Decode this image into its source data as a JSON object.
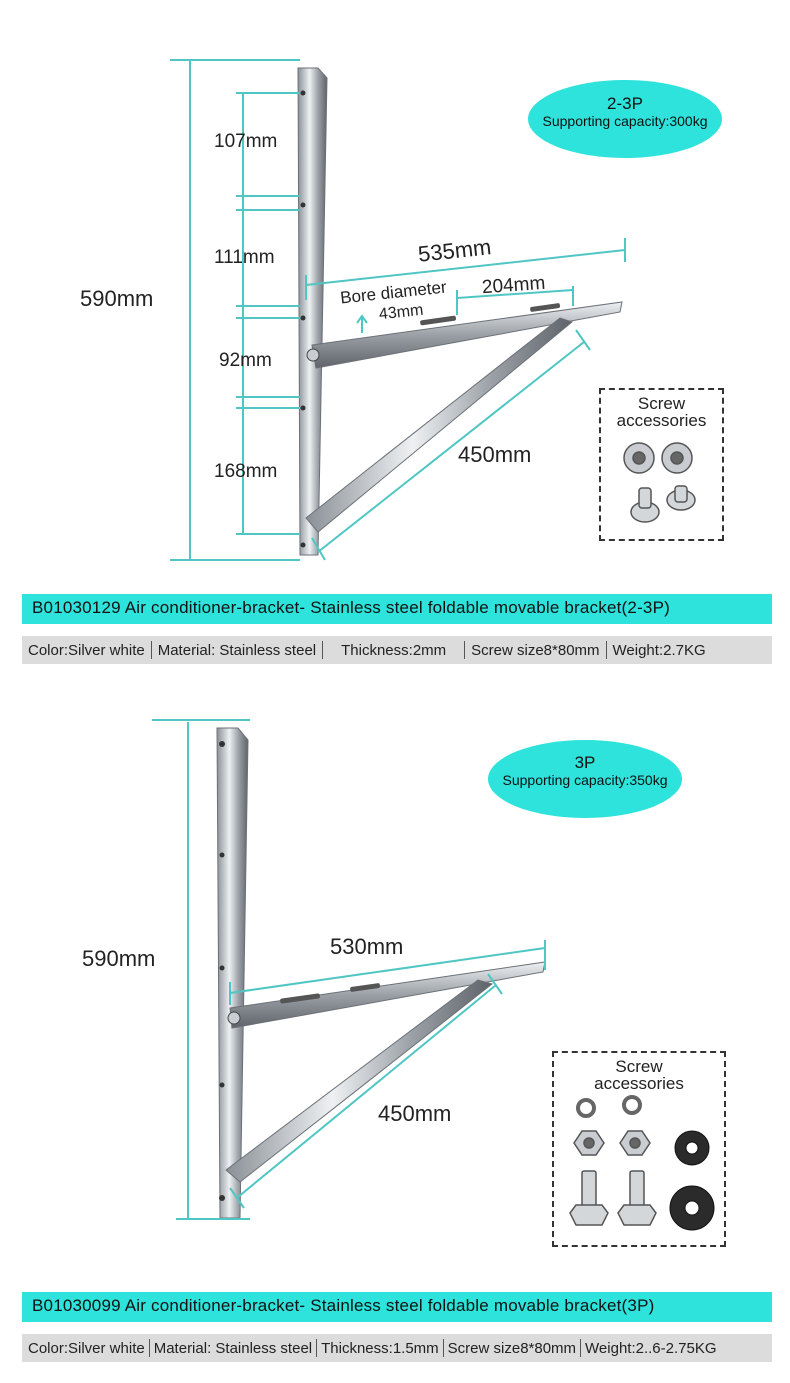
{
  "colors": {
    "accent": "#2de3dc",
    "dim_line": "#4fc6c4",
    "spec_bg": "#dcdcdc",
    "steel": "#b8bcc0"
  },
  "product1": {
    "model_label": "2-3P",
    "capacity": "Supporting capacity:300kg",
    "height_dim": "590mm",
    "segments": [
      "107mm",
      "111mm",
      "92mm",
      "168mm"
    ],
    "arm_length": "535mm",
    "bore_label": "Bore diameter",
    "bore_value": "43mm",
    "slot_length": "204mm",
    "brace_length": "450mm",
    "accessories_title_1": "Screw",
    "accessories_title_2": "accessories",
    "title": "B01030129  Air conditioner-bracket- Stainless steel foldable movable bracket(2-3P)",
    "specs": [
      "Color:Silver white",
      "Material: Stainless steel",
      "Thickness:2mm",
      "Screw size8*80mm",
      "Weight:2.7KG"
    ]
  },
  "product2": {
    "model_label": "3P",
    "capacity": "Supporting capacity:350kg",
    "height_dim": "590mm",
    "arm_length": "530mm",
    "brace_length": "450mm",
    "accessories_title_1": "Screw",
    "accessories_title_2": "accessories",
    "title": "B01030099  Air conditioner-bracket- Stainless steel foldable movable bracket(3P)",
    "specs": [
      "Color:Silver white",
      "Material: Stainless steel",
      "Thickness:1.5mm",
      "Screw size8*80mm",
      "Weight:2..6-2.75KG"
    ]
  }
}
